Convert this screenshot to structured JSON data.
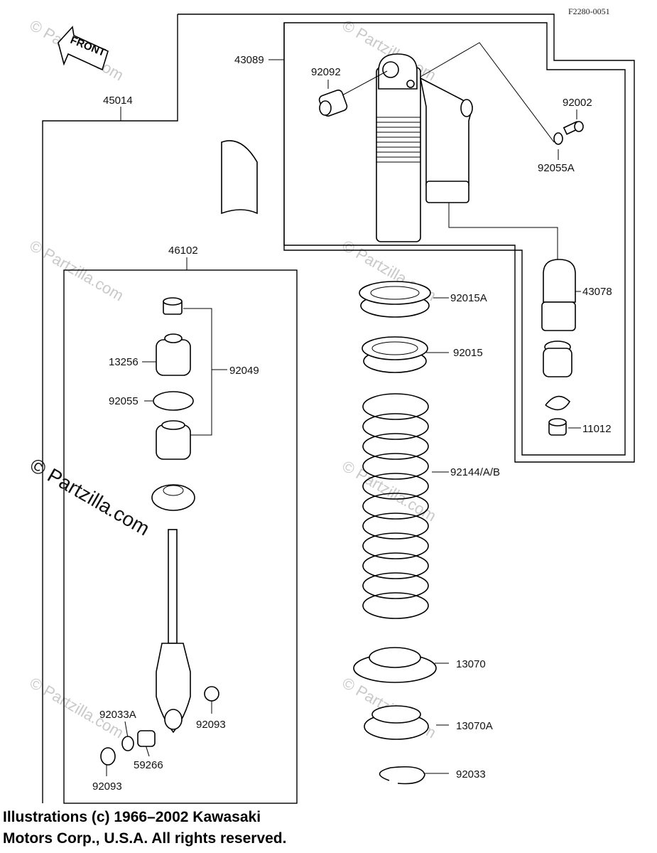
{
  "diagram": {
    "figure_code": "F2280-0051",
    "front_arrow_label": "FRONT",
    "watermark_text": "© Partzilla.com",
    "copyright_line1": "Illustrations (c) 1966–2002 Kawasaki",
    "copyright_line2": "Motors Corp., U.S.A.  All rights reserved.",
    "part_labels": {
      "p43089": "43089",
      "p45014": "45014",
      "p92092": "92092",
      "p92002": "92002",
      "p92055A": "92055A",
      "p46102": "46102",
      "p43078": "43078",
      "p11012": "11012",
      "p92015A": "92015A",
      "p92015": "92015",
      "p13256": "13256",
      "p92049": "92049",
      "p92055": "92055",
      "p92144AB": "92144/A/B",
      "p13070": "13070",
      "p13070A": "13070A",
      "p92033": "92033",
      "p92033A": "92033A",
      "p92093a": "92093",
      "p92093b": "92093",
      "p59266": "59266"
    }
  }
}
